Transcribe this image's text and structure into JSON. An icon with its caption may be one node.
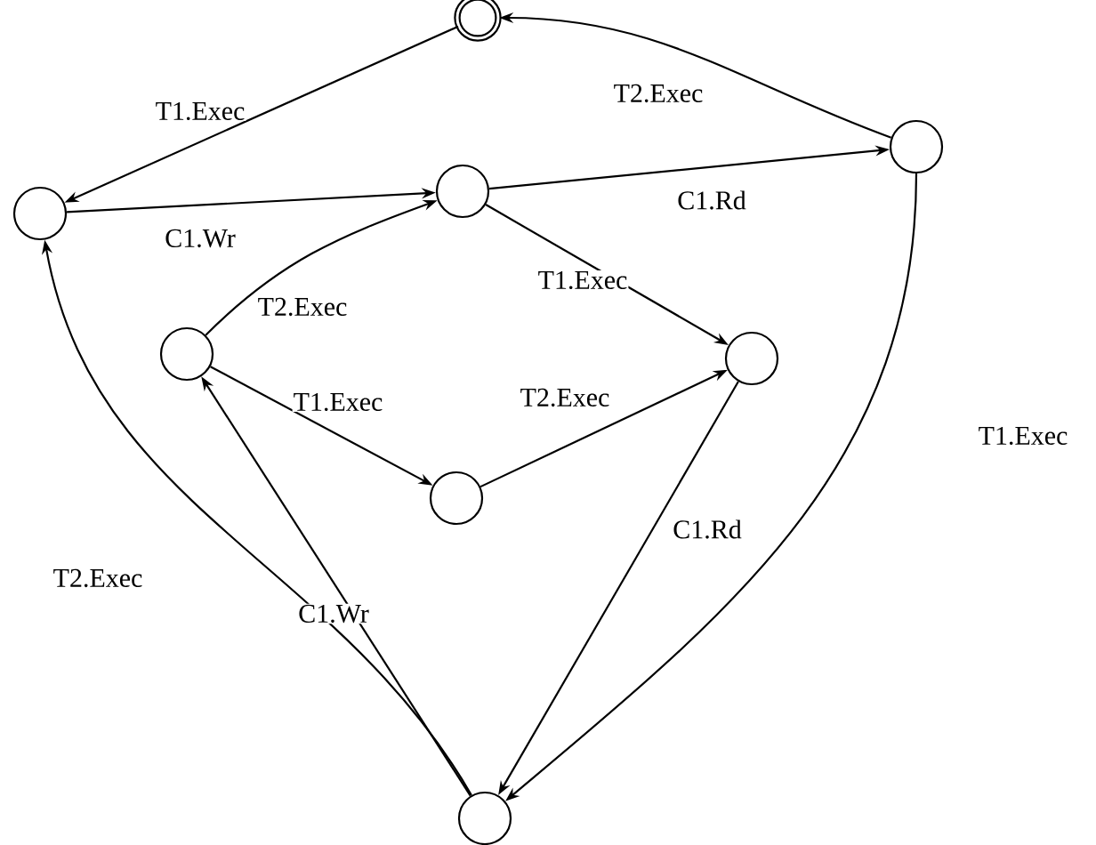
{
  "diagram": {
    "nodes": [
      {
        "text": [],
        "shape": "circle"
      },
      {
        "text": [],
        "shape": "circle"
      },
      {
        "text": [],
        "shape": "circle"
      },
      {
        "text": [],
        "shape": "circle"
      },
      {
        "text": [],
        "shape": "circle"
      },
      {
        "text": [],
        "shape": "circle"
      },
      {
        "text": [],
        "shape": "circle"
      },
      {
        "text": [],
        "shape": "circle"
      }
    ],
    "edges": [
      {
        "from": 0,
        "to": 1,
        "arrow": "to",
        "label": "T1.Exec"
      },
      {
        "from": 3,
        "to": 0,
        "arrow": "to",
        "label": "T2.Exec"
      },
      {
        "from": 1,
        "to": 2,
        "arrow": "to",
        "label": "C1.Wr"
      },
      {
        "from": 2,
        "to": 3,
        "arrow": "to",
        "label": "C1.Rd"
      },
      {
        "from": 2,
        "to": 5,
        "arrow": "to",
        "label": "T1.Exec"
      },
      {
        "from": 4,
        "to": 2,
        "arrow": "to",
        "label": "T2.Exec"
      },
      {
        "from": 4,
        "to": 6,
        "arrow": "to",
        "label": "T1.Exec"
      },
      {
        "from": 6,
        "to": 5,
        "arrow": "to",
        "label": "T2.Exec"
      },
      {
        "from": 5,
        "to": 7,
        "arrow": "to",
        "label": "C1.Rd"
      },
      {
        "from": 3,
        "to": 7,
        "arrow": "to",
        "label": "T1.Exec"
      },
      {
        "from": 7,
        "to": 4,
        "arrow": "to",
        "label": "C1.Wr"
      },
      {
        "from": 7,
        "to": 1,
        "arrow": "to",
        "label": "T2.Exec"
      }
    ]
  }
}
